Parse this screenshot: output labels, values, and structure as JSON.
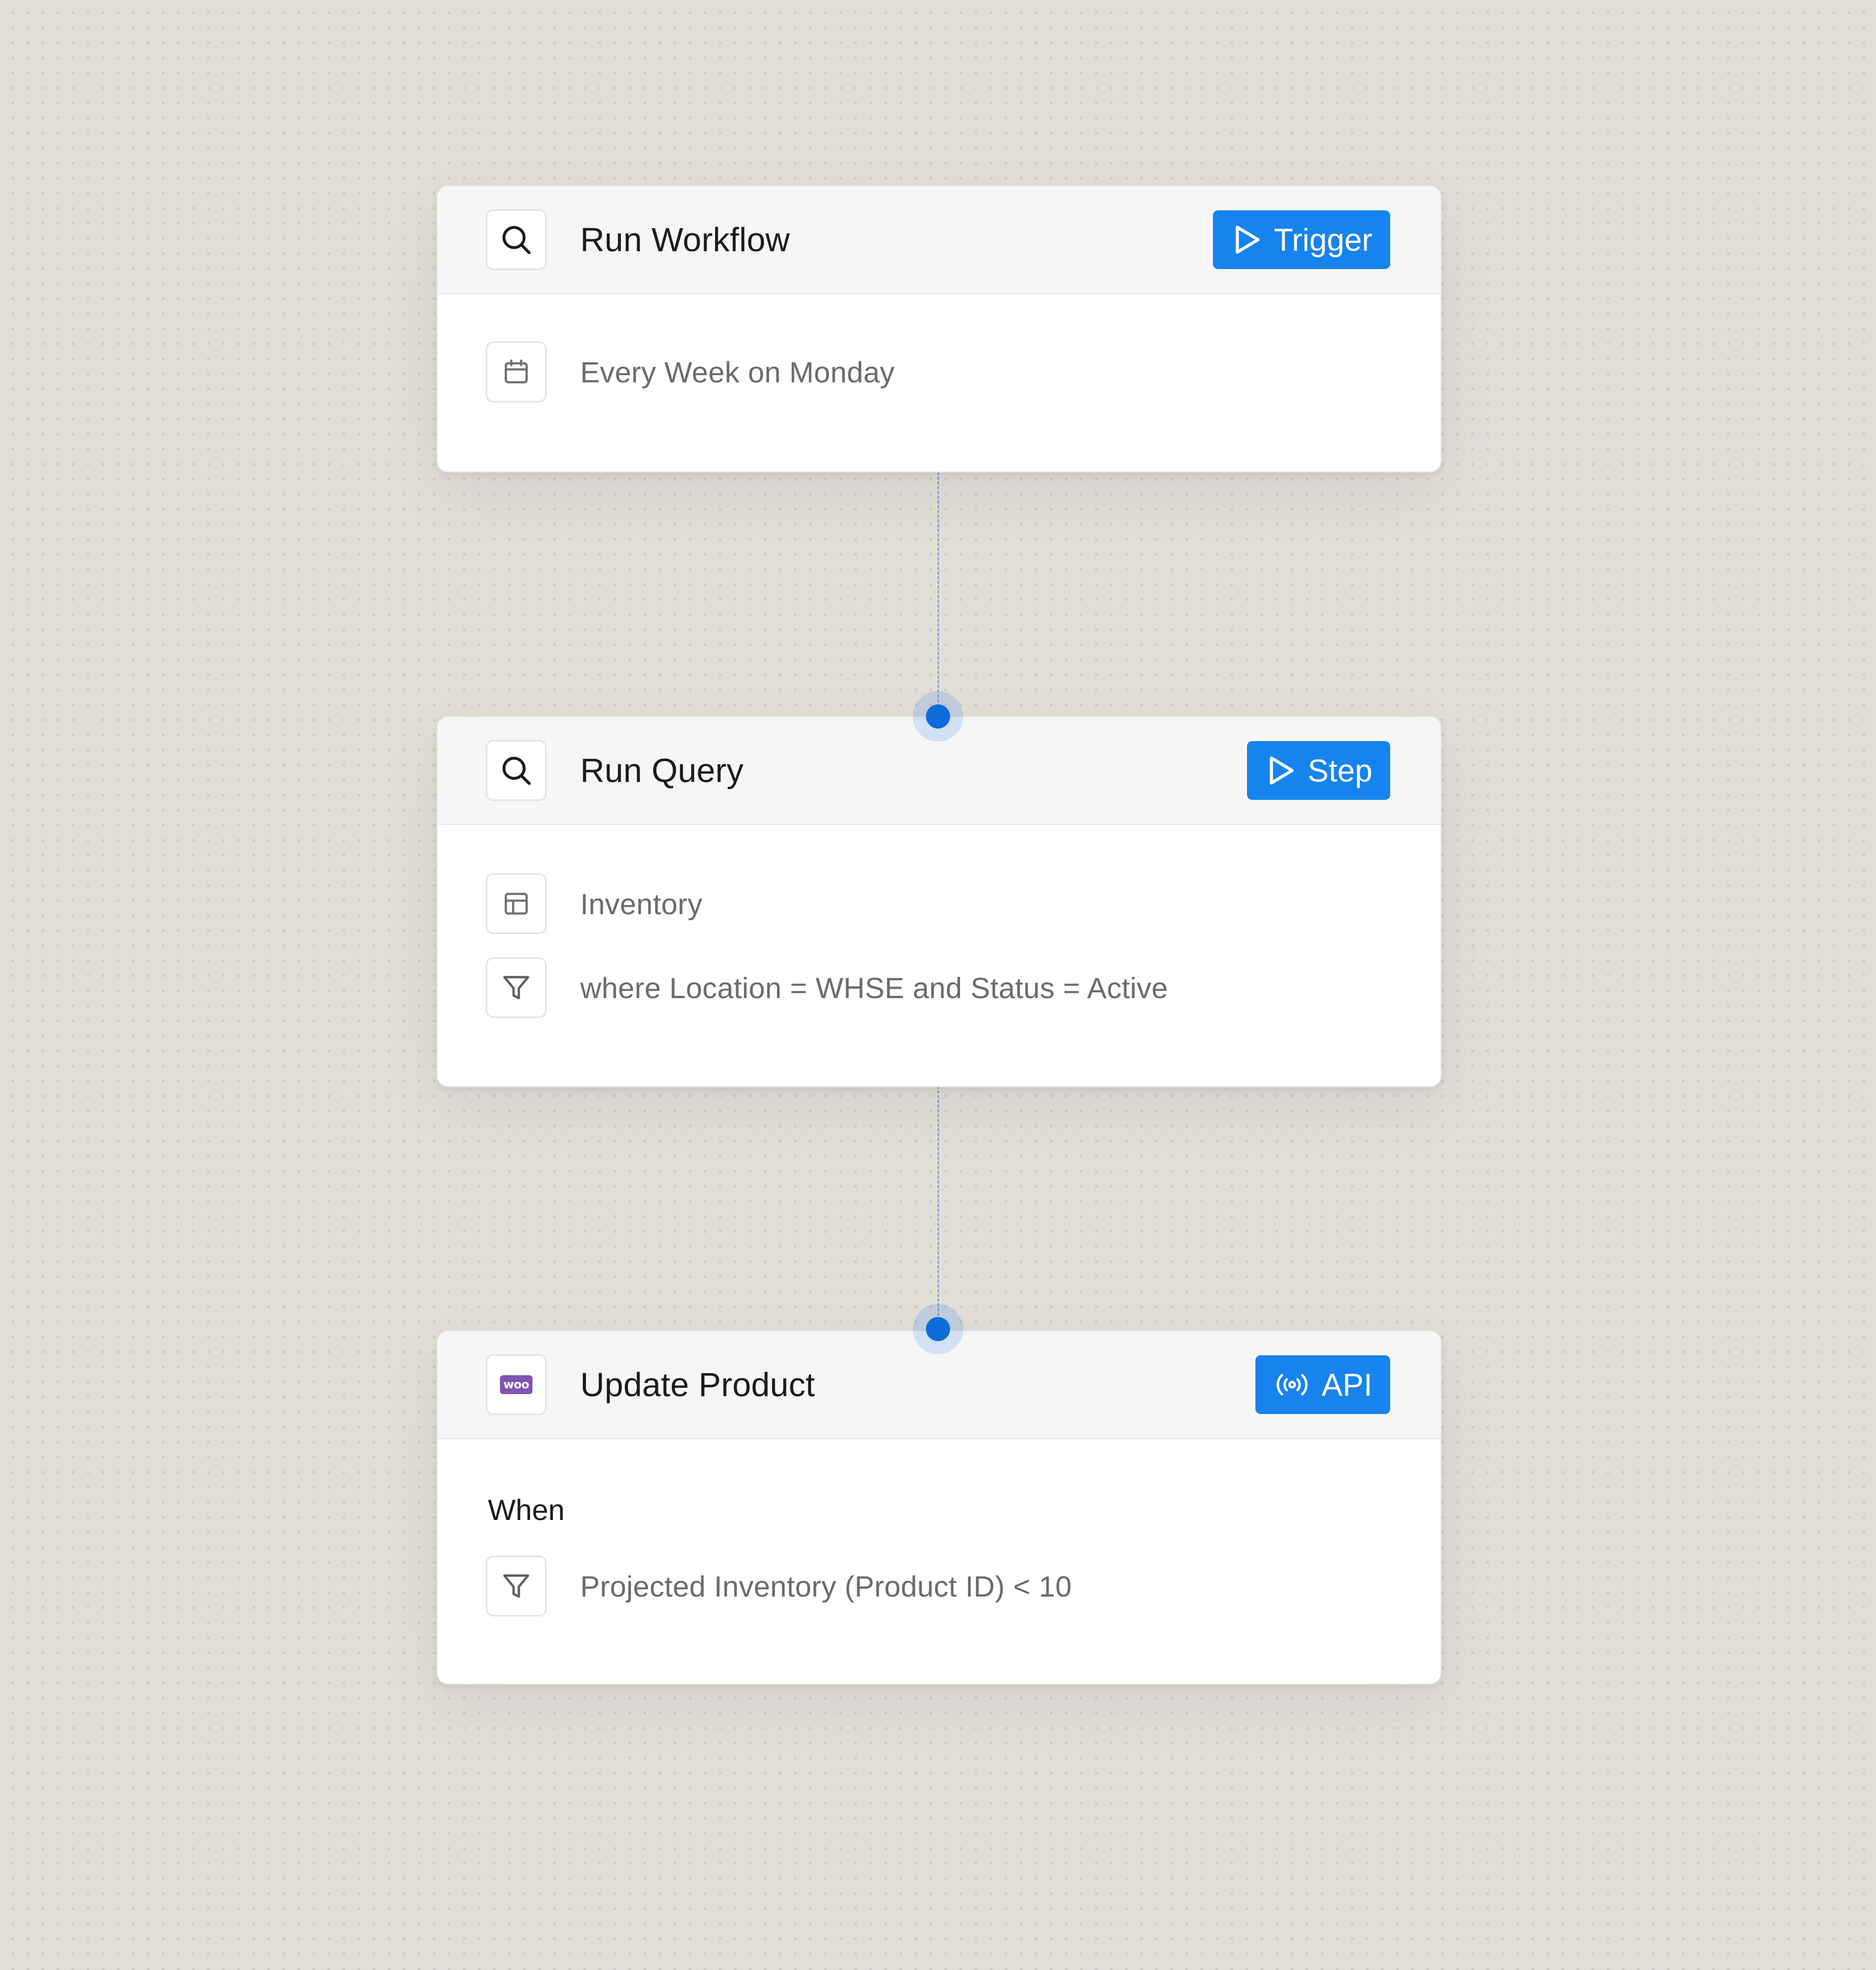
{
  "nodes": [
    {
      "title": "Run Workflow",
      "header_icon": "search-icon",
      "badge": {
        "label": "Trigger",
        "icon": "play-icon"
      },
      "rows": [
        {
          "icon": "calendar-icon",
          "text": "Every Week on Monday"
        }
      ]
    },
    {
      "title": "Run Query",
      "header_icon": "search-icon",
      "badge": {
        "label": "Step",
        "icon": "play-icon"
      },
      "rows": [
        {
          "icon": "table-icon",
          "text": "Inventory"
        },
        {
          "icon": "filter-icon",
          "text": "where Location = WHSE and Status = Active"
        }
      ]
    },
    {
      "title": "Update Product",
      "header_icon": "woocommerce-logo-icon",
      "header_icon_text": "Woo",
      "badge": {
        "label": "API",
        "icon": "broadcast-icon"
      },
      "section_label": "When",
      "rows": [
        {
          "icon": "filter-icon",
          "text": "Projected Inventory (Product ID) < 10"
        }
      ]
    }
  ],
  "colors": {
    "canvas": "#e1ded8",
    "accent": "#1683ee",
    "connector_dot": "#0e6bdc"
  }
}
